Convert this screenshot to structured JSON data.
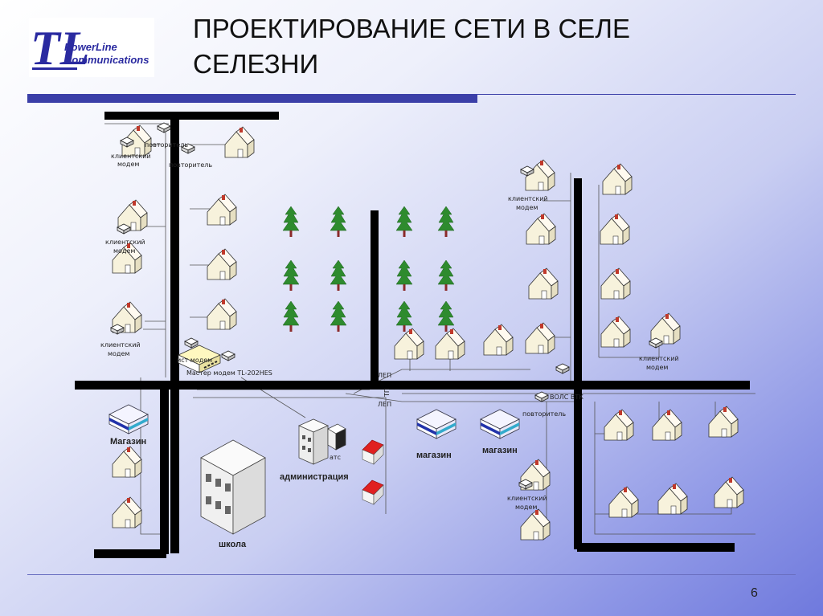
{
  "slide": {
    "title_line1": "ПРОЕКТИРОВАНИЕ СЕТИ В СЕЛЕ",
    "title_line2": "СЕЛЕЗНИ",
    "page_number": "6"
  },
  "logo": {
    "letters": "TL",
    "line1": "PowerLine",
    "line2": "Communications"
  },
  "labels": {
    "client_modem_1": "клиентский",
    "client_modem_2": "модем",
    "repeater": "повторитель",
    "master_modem_1": "ист модем",
    "master_modem_2": "Мастер модем TL-202HES",
    "shop_1": "Магазин",
    "shop_2": "магазин",
    "shop_3": "магазин",
    "school": "школа",
    "administration": "администрация",
    "ats": "атс",
    "lep": "ЛЕП",
    "tp": "ТП",
    "vols": "ВОЛС ВТК"
  },
  "colors": {
    "band": "#3b3fa8",
    "road": "#000000",
    "tree": "#2e8b2e",
    "house_wall": "#f7f2dc",
    "house_roof": "#fffaf0"
  }
}
